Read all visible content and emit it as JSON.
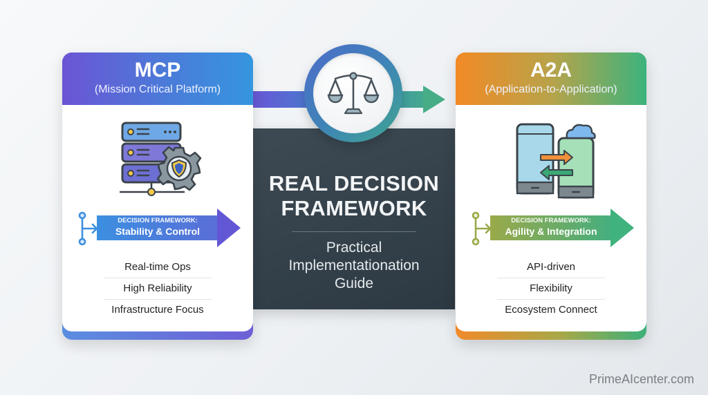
{
  "left_card": {
    "title": "MCP",
    "subtitle": "(Mission Critical Platform)",
    "icon": "server-stack-gear-shield-icon",
    "banner": {
      "kicker": "DECISION FRAMEWORK:",
      "label": "Stability & Control",
      "icon": "branch-arrow-icon"
    },
    "features": [
      "Real-time Ops",
      "High Reliability",
      "Infrastructure Focus"
    ],
    "colors": {
      "start": "#6b55d4",
      "end": "#3596df"
    }
  },
  "right_card": {
    "title": "A2A",
    "subtitle": "(Application-to-Application)",
    "icon": "phones-exchange-cloud-icon",
    "banner": {
      "kicker": "DECISION FRAMEWORK:",
      "label": "Agility & Integration",
      "icon": "branch-arrow-icon"
    },
    "features": [
      "API-driven",
      "Flexibility",
      "Ecosystem Connect"
    ],
    "colors": {
      "start": "#f28a25",
      "end": "#3cb37d"
    }
  },
  "center": {
    "icon": "balance-scale-icon",
    "title_line1": "REAL DECISION",
    "title_line2": "FRAMEWORK",
    "subtitle_line1": "Practical",
    "subtitle_line2": "Implementationation",
    "subtitle_line3": "Guide",
    "panel_color": "#36424c"
  },
  "watermark": "PrimeAIcenter.com"
}
